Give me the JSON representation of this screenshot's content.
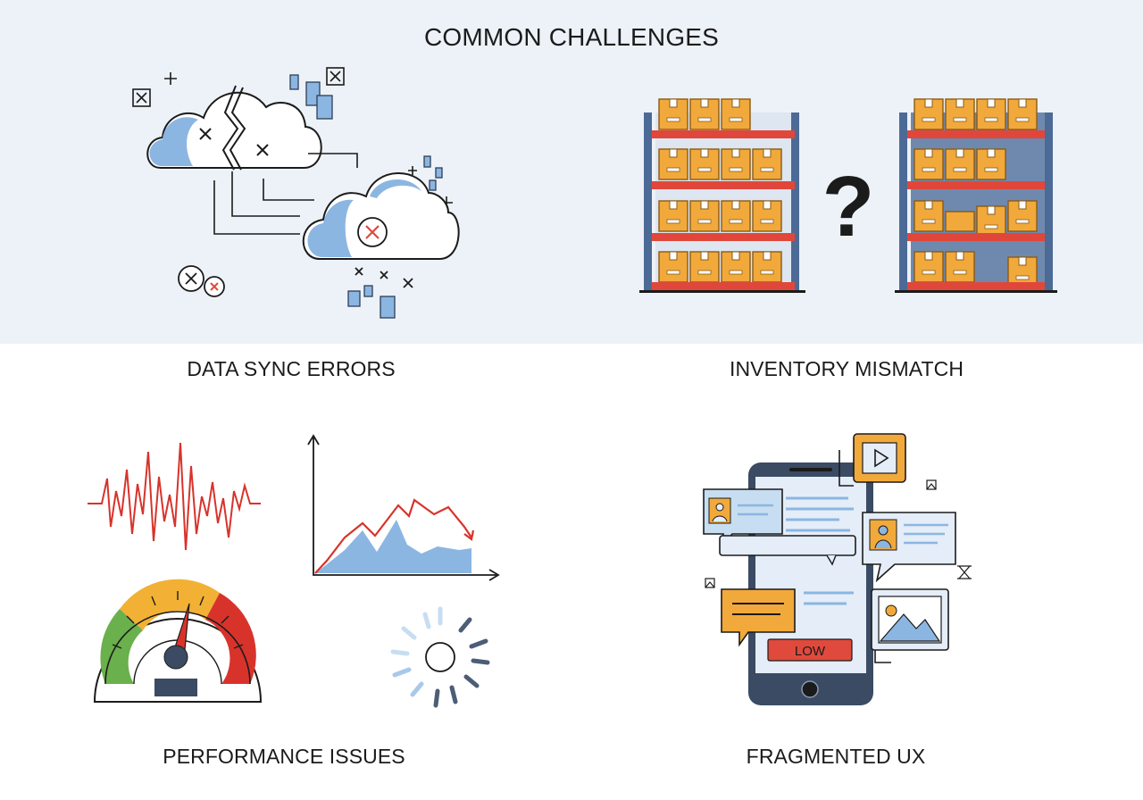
{
  "title": "COMMON CHALLENGES",
  "sections": [
    {
      "caption": "DATA SYNC ERRORS",
      "icon": "broken-cloud-sync-icon"
    },
    {
      "caption": "INVENTORY MISMATCH",
      "icon": "warehouse-shelves-icon",
      "symbol": "?"
    },
    {
      "caption": "PERFORMANCE ISSUES",
      "icon": "speedometer-icon"
    },
    {
      "caption": "FRAGMENTED UX",
      "icon": "phone-fragmented-ui-icon",
      "badge": "LOW"
    }
  ],
  "colors": {
    "band": "#edf2f8",
    "cloud_blue": "#8cb6e2",
    "box_orange": "#f2a93b",
    "shelf_red": "#e0473a",
    "rack_blue": "#4c6a96",
    "alert_red": "#e04a3c",
    "gauge_green": "#6ab04c",
    "gauge_yellow": "#f2b134",
    "ink": "#1b1b1b"
  }
}
